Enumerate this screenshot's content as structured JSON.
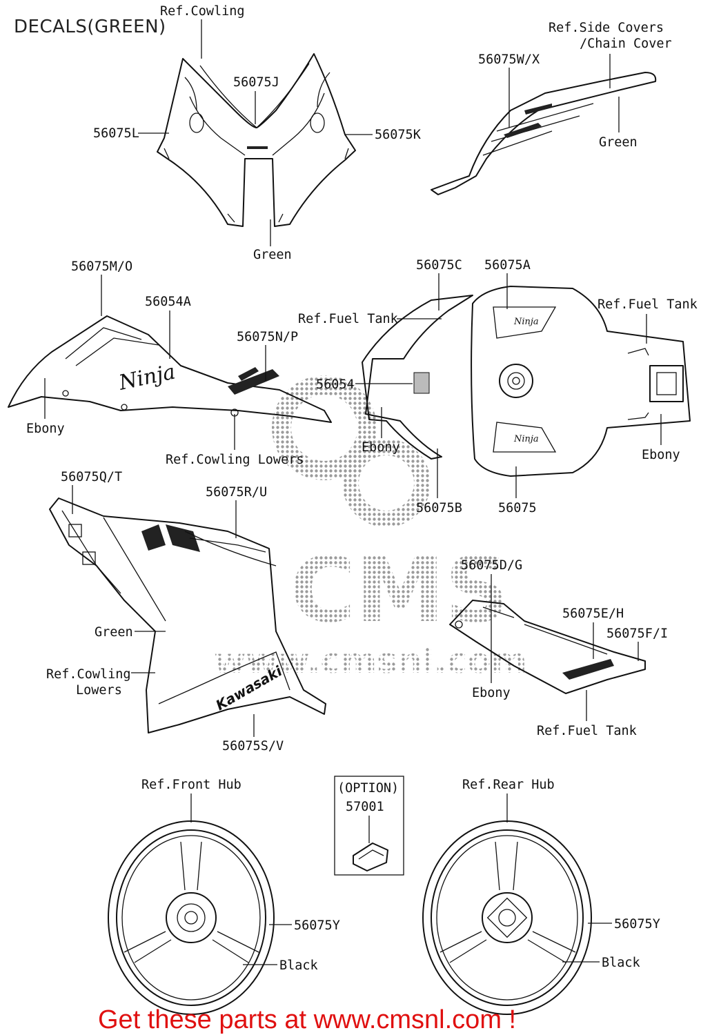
{
  "title": "DECALS(GREEN)",
  "footer": "Get these parts at www.cmsnl.com !",
  "watermark": {
    "text": "CMS",
    "subtext": "www.cmsnl.com"
  },
  "labels": {
    "ref_cowling": "Ref.Cowling",
    "p56075J": "56075J",
    "p56075L": "56075L",
    "p56075K": "56075K",
    "green_top": "Green",
    "ref_side_covers_1": "Ref.Side Covers",
    "ref_side_covers_2": "/Chain Cover",
    "p56075WX": "56075W/X",
    "green_tail": "Green",
    "p56075MO": "56075M/O",
    "p56054A": "56054A",
    "p56075NP": "56075N/P",
    "ebony_left": "Ebony",
    "ref_cowling_lowers_1": "Ref.Cowling Lowers",
    "p56075C": "56075C",
    "p56075A": "56075A",
    "ref_fuel_tank_1": "Ref.Fuel Tank",
    "ref_fuel_tank_2": "Ref.Fuel Tank",
    "p56054": "56054",
    "ebony_tank": "Ebony",
    "ebony_right": "Ebony",
    "p56075B": "56075B",
    "p56075": "56075",
    "p56075QT": "56075Q/T",
    "p56075RU": "56075R/U",
    "p56075DG": "56075D/G",
    "p56075EH": "56075E/H",
    "p56075FI": "56075F/I",
    "green_lower": "Green",
    "ref_cowling_lowers_2a": "Ref.Cowling",
    "ref_cowling_lowers_2b": "Lowers",
    "ebony_cover": "Ebony",
    "ref_fuel_tank_3": "Ref.Fuel Tank",
    "p56075SV": "56075S/V",
    "ref_front_hub": "Ref.Front Hub",
    "option": "(OPTION)",
    "p57001": "57001",
    "ref_rear_hub": "Ref.Rear Hub",
    "p56075Y_front": "56075Y",
    "black_front": "Black",
    "p56075Y_rear": "56075Y",
    "black_rear": "Black"
  },
  "colors": {
    "footer": "#e01010",
    "ink": "#111111",
    "watermark": "#7a7a7a"
  }
}
